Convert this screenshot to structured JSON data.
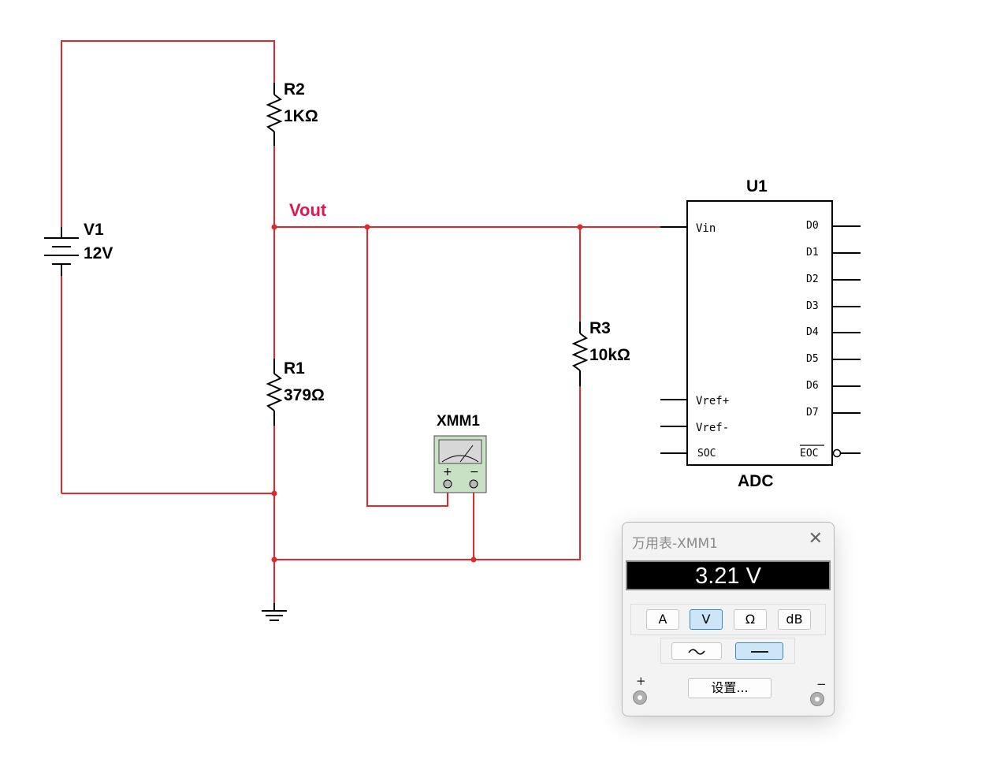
{
  "schematic": {
    "net_label": "Vout",
    "v1": {
      "name": "V1",
      "value": "12V"
    },
    "r2": {
      "name": "R2",
      "value": "1KΩ"
    },
    "r1": {
      "name": "R1",
      "value": "379Ω"
    },
    "r3": {
      "name": "R3",
      "value": "10kΩ"
    },
    "xmm": {
      "name": "XMM1",
      "plus": "+",
      "minus": "−"
    },
    "adc": {
      "ref": "U1",
      "type": "ADC",
      "pins_left": [
        "Vin",
        "Vref+",
        "Vref-",
        "SOC"
      ],
      "pins_right": [
        "D0",
        "D1",
        "D2",
        "D3",
        "D4",
        "D5",
        "D6",
        "D7",
        "EOC"
      ]
    },
    "colors": {
      "wire": "#e2282d",
      "net_label": "#e0184e",
      "meter_body": "#c8e0c4"
    }
  },
  "multimeter": {
    "title": "万用表-XMM1",
    "close_icon": "close-icon",
    "reading": "3.21 V",
    "modes": [
      "A",
      "V",
      "Ω",
      "dB"
    ],
    "active_mode": "V",
    "signal_types": [
      "~",
      "—"
    ],
    "active_signal": "dc",
    "settings_label": "设置...",
    "plus_label": "+",
    "minus_label": "−"
  }
}
